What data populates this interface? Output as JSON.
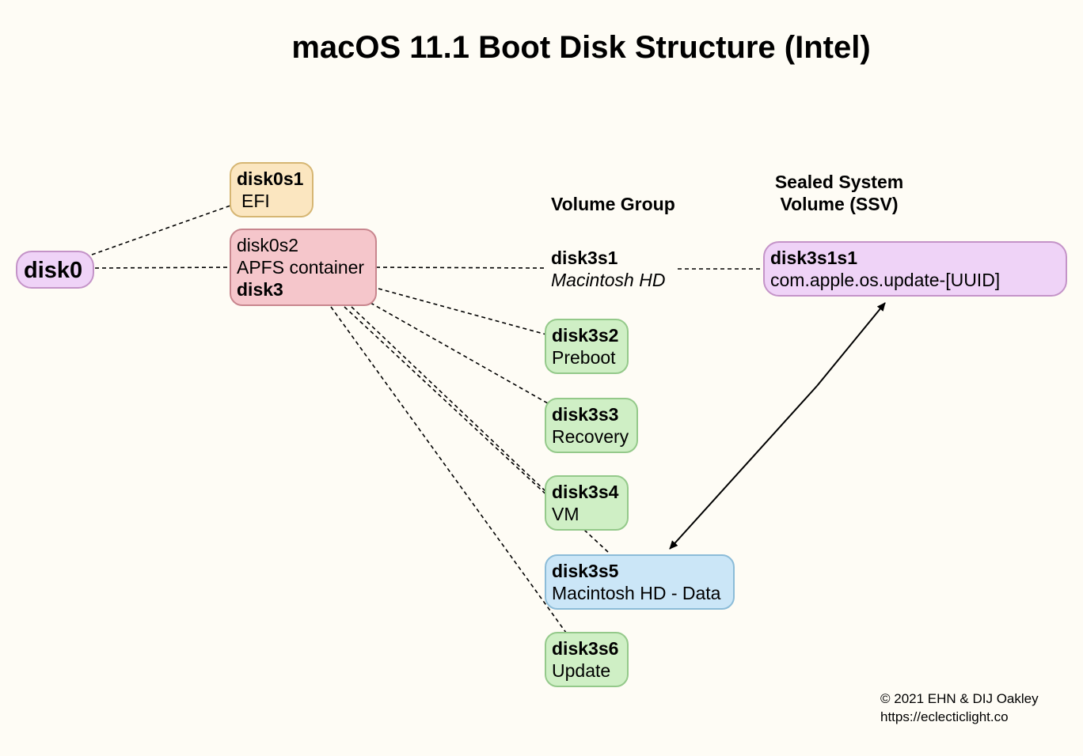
{
  "title": "macOS 11.1 Boot Disk Structure (Intel)",
  "headings": {
    "volume_group": "Volume Group",
    "ssv_line1": "Sealed System",
    "ssv_line2": "Volume (SSV)"
  },
  "nodes": {
    "disk0": {
      "id": "disk0"
    },
    "disk0s1": {
      "id": "disk0s1",
      "label": "EFI"
    },
    "disk0s2": {
      "id": "disk0s2",
      "label": "APFS container",
      "container": "disk3"
    },
    "disk3s1": {
      "id": "disk3s1",
      "label": "Macintosh HD"
    },
    "disk3s1s1": {
      "id": "disk3s1s1",
      "label": "com.apple.os.update-[UUID]"
    },
    "disk3s2": {
      "id": "disk3s2",
      "label": "Preboot"
    },
    "disk3s3": {
      "id": "disk3s3",
      "label": "Recovery"
    },
    "disk3s4": {
      "id": "disk3s4",
      "label": "VM"
    },
    "disk3s5": {
      "id": "disk3s5",
      "label": "Macintosh HD - Data"
    },
    "disk3s6": {
      "id": "disk3s6",
      "label": "Update"
    }
  },
  "colors": {
    "efi": "#fbe6c0",
    "container": "#f5c6cb",
    "volume": "#cfefc5",
    "data_volume": "#cbe6f7",
    "disk_and_snapshot": "#efd3f7",
    "background": "#fefcf5"
  },
  "copyright": {
    "line1": "© 2021 EHN & DIJ Oakley",
    "line2": "https://eclecticlight.co"
  }
}
